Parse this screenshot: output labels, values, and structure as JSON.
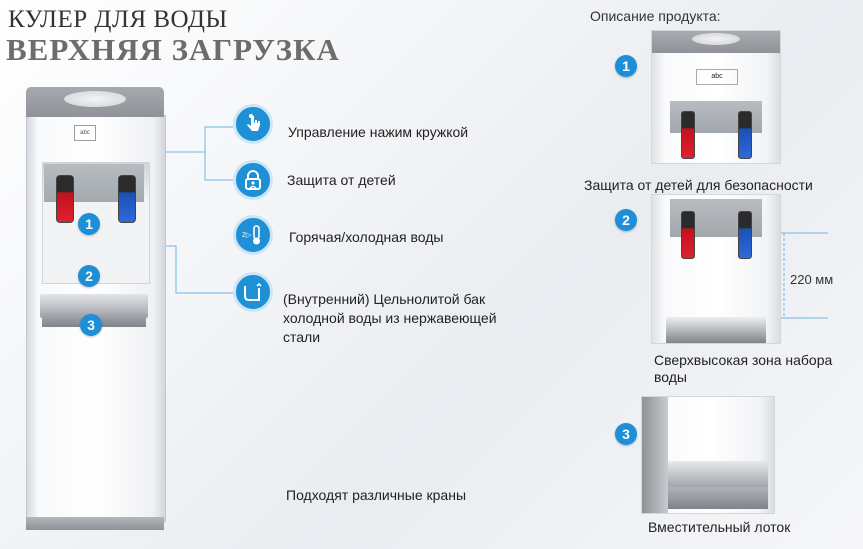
{
  "title": {
    "line1": "КУЛЕР ДЛЯ ВОДЫ",
    "line2": "ВЕРХНЯЯ ЗАГРУЗКА"
  },
  "cooler": {
    "logo": "abc",
    "badges": [
      "1",
      "2",
      "3"
    ]
  },
  "features": [
    {
      "icon": "touch-cup-icon",
      "label": "Управление нажим кружкой"
    },
    {
      "icon": "child-lock-icon",
      "label": "Защита от детей"
    },
    {
      "icon": "thermometer-icon",
      "label": "Горячая/холодная воды"
    },
    {
      "icon": "tank-icon",
      "label": "(Внутренний) Цельнолитой бак холодной воды из нержавеющей стали"
    }
  ],
  "bottom_note": "Подходят различные краны",
  "product": {
    "heading": "Описание продукта:",
    "items": [
      {
        "badge": "1",
        "caption": "Защита от детей для безопасности",
        "logo": "abc"
      },
      {
        "badge": "2",
        "caption": "Сверхвысокая зона набора воды",
        "dimension": "220 мм"
      },
      {
        "badge": "3",
        "caption": "Вместительный лоток"
      }
    ]
  },
  "colors": {
    "accent": "#1f8fd6",
    "hot": "#d21a28",
    "cold": "#2a62cf"
  }
}
